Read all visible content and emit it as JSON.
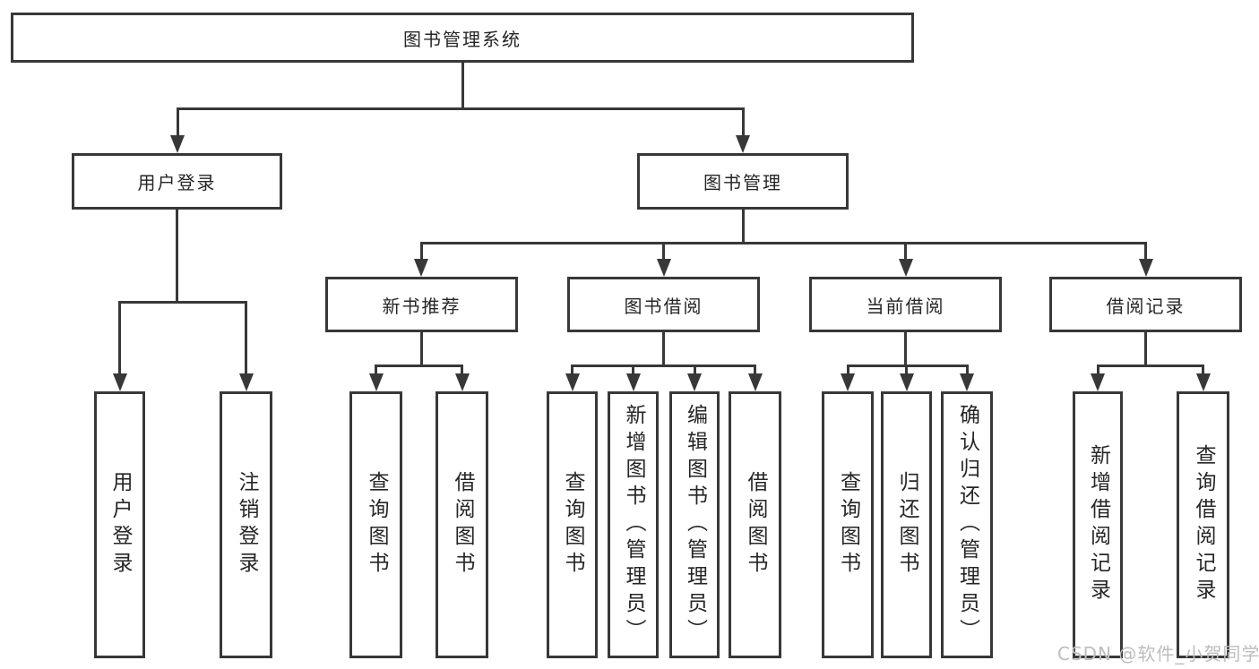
{
  "diagram": {
    "title": "图书管理系统",
    "watermark": "CSDN @软件_小贺同学",
    "colors": {
      "line": "#383838",
      "box_border": "#383838",
      "text": "#262626",
      "watermark": "#bdbdbd",
      "background": "#ffffff"
    }
  },
  "nodes": {
    "root": {
      "label": "图书管理系统"
    },
    "level2": [
      {
        "label": "用户登录"
      },
      {
        "label": "图书管理"
      }
    ],
    "level3": [
      {
        "label": "新书推荐"
      },
      {
        "label": "图书借阅"
      },
      {
        "label": "当前借阅"
      },
      {
        "label": "借阅记录"
      }
    ],
    "level4": {
      "user_login": [
        {
          "label": "用户登录"
        },
        {
          "label": "注销登录"
        }
      ],
      "new_books": [
        {
          "label": "查询图书"
        },
        {
          "label": "借阅图书"
        }
      ],
      "book_borrow": [
        {
          "label": "查询图书"
        },
        {
          "label": "新增图书（管理员）"
        },
        {
          "label": "编辑图书（管理员）"
        },
        {
          "label": "借阅图书"
        }
      ],
      "current_borrow": [
        {
          "label": "查询图书"
        },
        {
          "label": "归还图书"
        },
        {
          "label": "确认归还（管理员）"
        }
      ],
      "borrow_records": [
        {
          "label": "新增借阅记录"
        },
        {
          "label": "查询借阅记录"
        }
      ]
    }
  }
}
